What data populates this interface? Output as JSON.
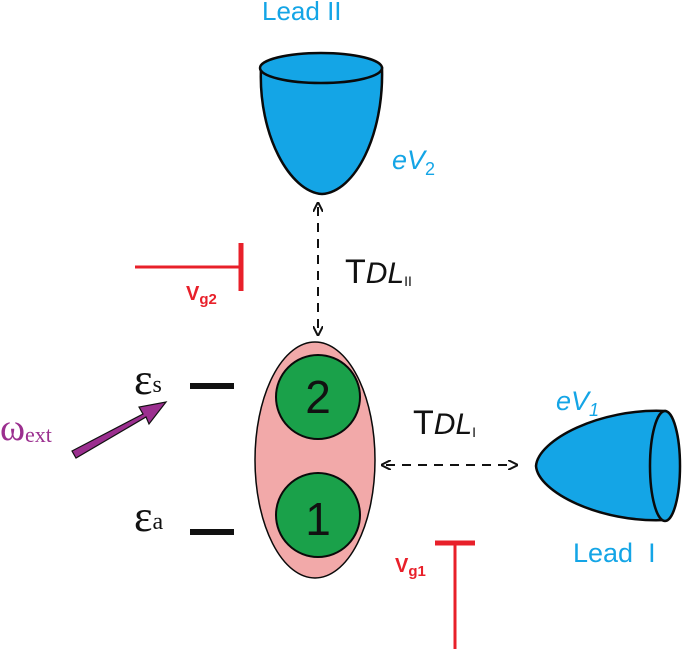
{
  "colors": {
    "lead": "#14a5e6",
    "lead_stroke": "#0a0a0a",
    "text_blue": "#14a5e6",
    "gate_red": "#e8202a",
    "dot_pink": "#f2a9a9",
    "dot_green": "#1aa14a",
    "arrow_purple": "#9b2f8f",
    "black": "#111111"
  },
  "lead_top": {
    "label": "Lead II",
    "voltage": "eV",
    "voltage_sub": "2"
  },
  "lead_right": {
    "label": "Lead  I",
    "voltage": "eV",
    "voltage_sub": "1"
  },
  "tunneling_top": {
    "symbol": "T",
    "sub": "DL",
    "index": "II"
  },
  "tunneling_right": {
    "symbol": "T",
    "sub": "DL",
    "index": "I"
  },
  "gate_top": {
    "label": "V",
    "sub": "g2"
  },
  "gate_bottom": {
    "label": "V",
    "sub": "g1"
  },
  "levels": {
    "symmetric": {
      "symbol": "ε",
      "sub": "s"
    },
    "antisymmetric": {
      "symbol": "ε",
      "sub": "a"
    }
  },
  "dots": {
    "upper": "2",
    "lower": "1"
  },
  "drive": {
    "symbol": "ω",
    "sub": "ext"
  },
  "icons": [
    "lead-cone-icon",
    "dashed-double-arrow-icon",
    "gate-electrode-icon",
    "drive-arrow-icon"
  ]
}
